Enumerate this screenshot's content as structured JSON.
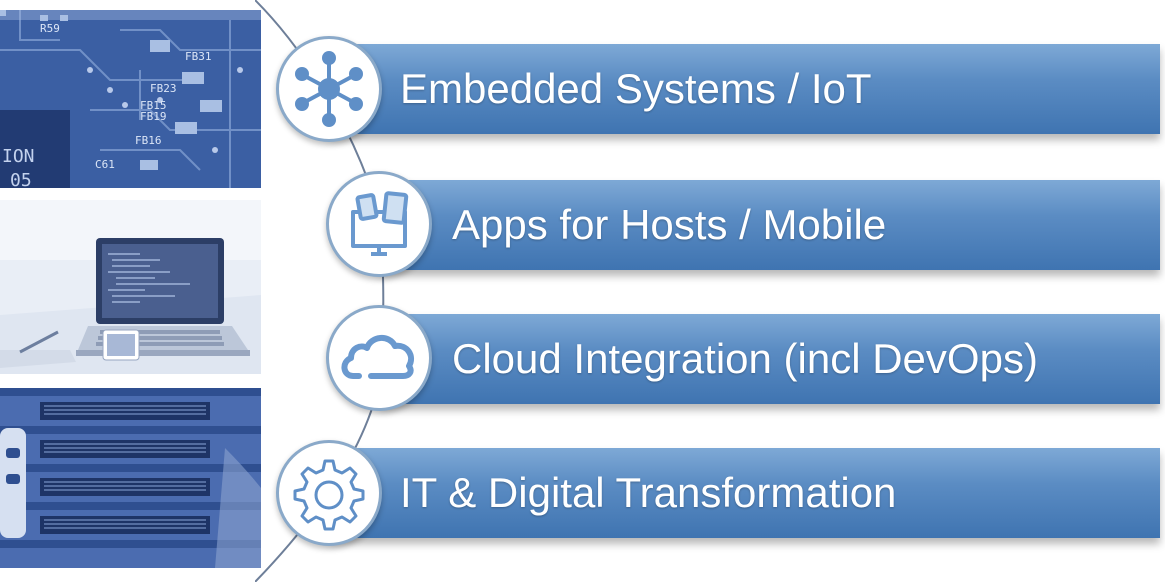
{
  "items": [
    {
      "label": "Embedded Systems / IoT",
      "icon": "network-hub-icon"
    },
    {
      "label": "Apps for Hosts / Mobile",
      "icon": "devices-icon"
    },
    {
      "label": "Cloud Integration (incl DevOps)",
      "icon": "cloud-icon"
    },
    {
      "label": "IT & Digital Transformation",
      "icon": "gear-icon"
    }
  ],
  "photos": [
    {
      "subject": "circuit-board-photo",
      "labels": [
        "R59",
        "FB31",
        "FB23",
        "FB15",
        "FB19",
        "FB16",
        "C61",
        "ION",
        "05"
      ]
    },
    {
      "subject": "laptop-photo"
    },
    {
      "subject": "server-rack-photo"
    }
  ],
  "colors": {
    "banner_light": "#7ea9d6",
    "banner_dark": "#3f74b1",
    "photo_tint": "#3b5fa3",
    "circle_border": "#8aa9c9",
    "icon_blue": "#5f8fc7"
  }
}
